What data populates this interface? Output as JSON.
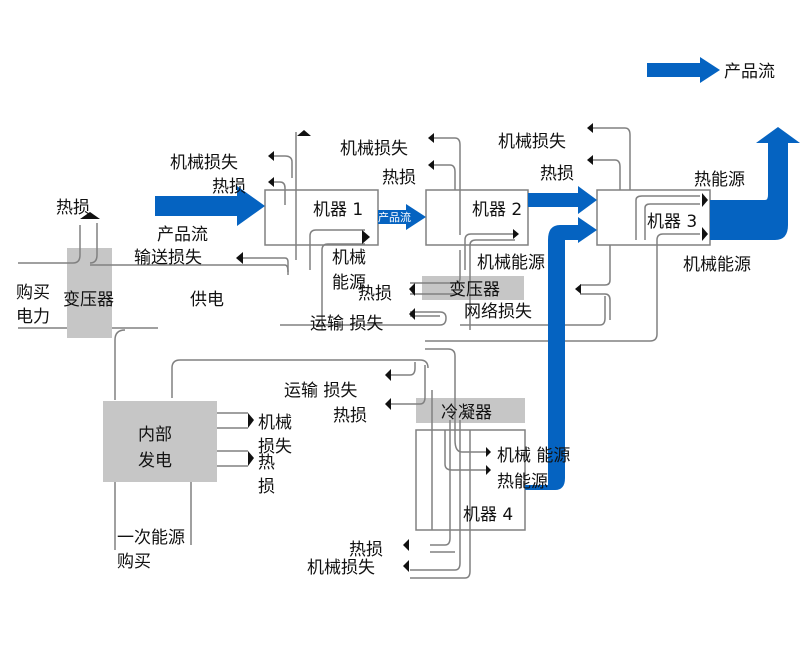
{
  "diagram": {
    "legend": {
      "label": "产品流",
      "color": "#0563c1"
    },
    "colors": {
      "product_flow": "#0563c1",
      "gray_block": "#c6c6c6",
      "line": "#808080"
    },
    "labels": {
      "heat_loss_top_left": "热损",
      "purchase_power": "购买\n电力",
      "purchase_power_l1": "购买",
      "purchase_power_l2": "电力",
      "transformer_left": "变压器",
      "power_supply": "供电",
      "product_flow_in": "产品流",
      "transport_loss_1": "输送损失",
      "mech_loss_m1": "机械损失",
      "heat_loss_m1": "热损",
      "machine1": "机器 1",
      "product_flow_small": "产品流",
      "mech_energy_m1_l1": "机械",
      "mech_energy_m1_l2": "能源",
      "mech_loss_m2": "机械损失",
      "heat_loss_m2": "热损",
      "machine2": "机器 2",
      "mech_energy_m2": "机械能源",
      "heat_loss_mid": "热损",
      "transport_loss_mid": "运输 损失",
      "transformer_mid": "变压器",
      "network_loss": "网络损失",
      "mech_loss_m3": "机械损失",
      "heat_loss_m3": "热损",
      "machine3": "机器 3",
      "heat_energy_m3": "热能源",
      "mech_energy_m3": "机械能源",
      "internal_gen_l1": "内部",
      "internal_gen_l2": "发电",
      "gen_mech_loss_l1": "机械",
      "gen_mech_loss_l2": "损失",
      "gen_heat_loss_l1": "热",
      "gen_heat_loss_l2": "损",
      "primary_energy_l1": "一次能源",
      "primary_energy_l2": "购买",
      "transport_loss_low": "运输 损失",
      "heat_loss_low": "热损",
      "condenser": "冷凝器",
      "mech_energy_m4": "机械 能源",
      "heat_energy_m4": "热能源",
      "machine4": "机器 4",
      "heat_loss_m4": "热损",
      "mech_loss_m4": "机械损失"
    }
  }
}
